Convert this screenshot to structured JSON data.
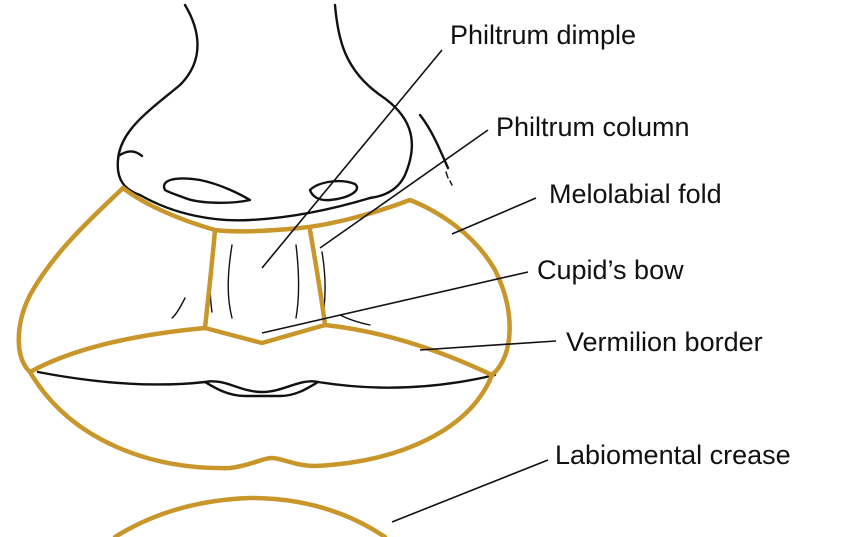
{
  "labels": {
    "philtrum_dimple": "Philtrum dimple",
    "philtrum_column": "Philtrum column",
    "melolabial_fold": "Melolabial fold",
    "cupids_bow": "Cupid’s bow",
    "vermilion_border": "Vermilion border",
    "labiomental_crease": "Labiomental crease"
  },
  "colors": {
    "region_outline": "#c8962a",
    "line_art": "#111111",
    "background": "#ffffff"
  }
}
